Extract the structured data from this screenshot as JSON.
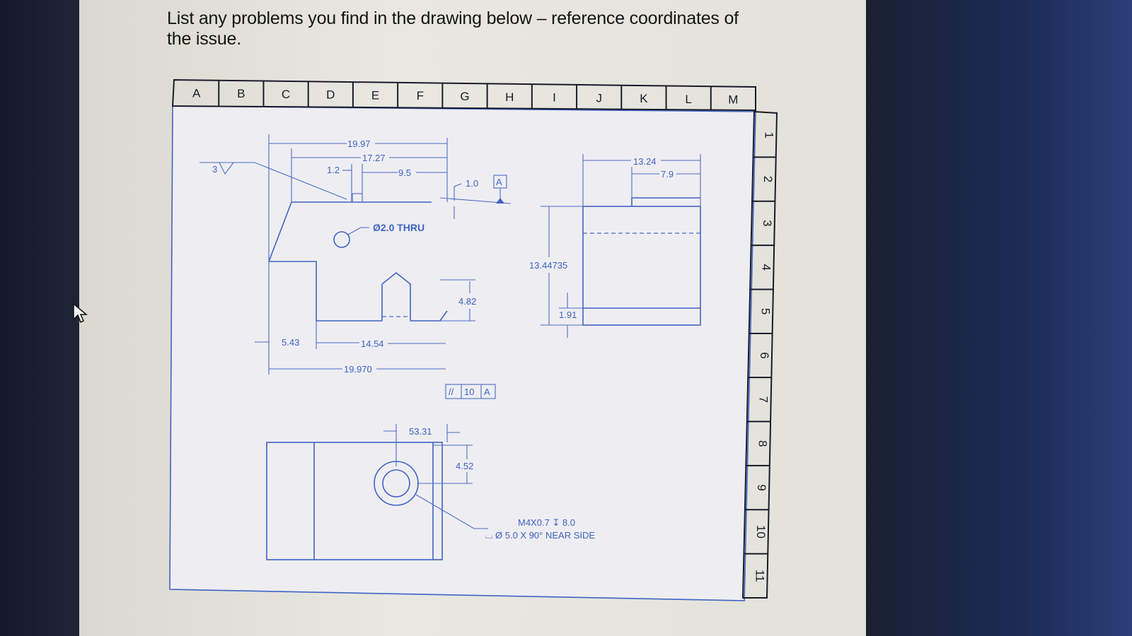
{
  "prompt": {
    "line1": "List any problems you find in the drawing below – reference coordinates of",
    "line2": "the issue."
  },
  "grid": {
    "columns": [
      "A",
      "B",
      "C",
      "D",
      "E",
      "F",
      "G",
      "H",
      "I",
      "J",
      "K",
      "L",
      "M"
    ],
    "rows": [
      "1",
      "2",
      "3",
      "4",
      "5",
      "6",
      "7",
      "8",
      "9",
      "10",
      "11"
    ]
  },
  "dimensions": {
    "d_19_97": "19.97",
    "d_17_27": "17.27",
    "d_1_2": "1.2",
    "d_9_5": "9.5",
    "d_1_0": "1.0",
    "datum_a": "A",
    "surface_finish": "3",
    "hole_note": "Ø2.0 THRU",
    "d_4_82": "4.82",
    "d_5_43": "5.43",
    "d_14_54": "14.54",
    "d_19_970": "19.970",
    "gdt_value": "10",
    "gdt_datum": "A",
    "gdt_symbol": "//",
    "d_13_24": "13.24",
    "d_7_9": "7.9",
    "d_13_44735": "13.44735",
    "d_1_91": "1.91",
    "d_53_31": "53.31",
    "d_4_52": "4.52",
    "thread_note_1": "M4X0.7 ↧ 8.0",
    "thread_note_2": "⌴ Ø 5.0 X 90° NEAR SIDE"
  }
}
